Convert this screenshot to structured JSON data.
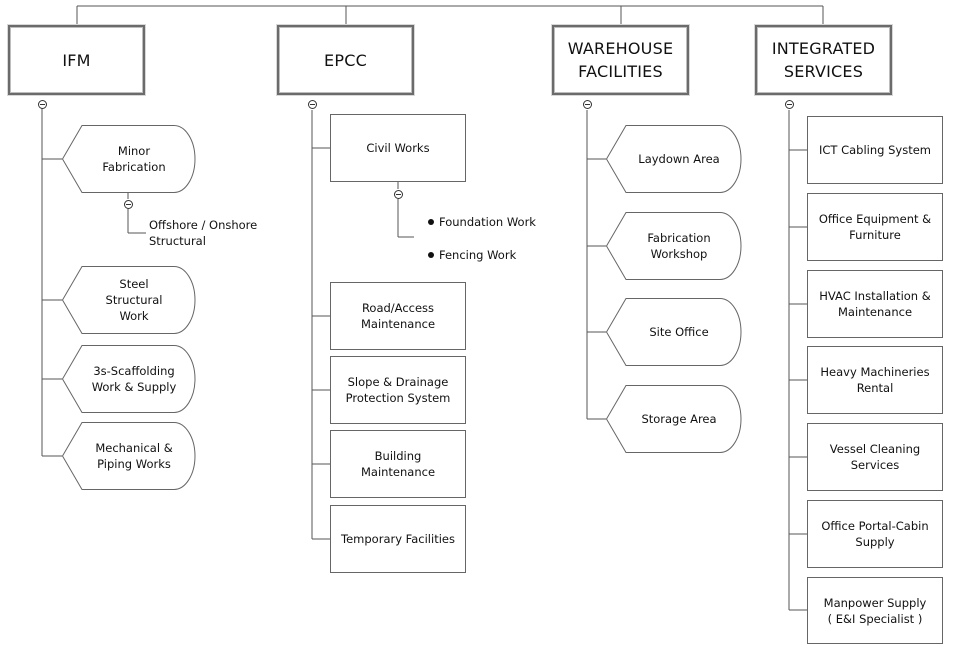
{
  "columns": [
    {
      "title_lines": [
        "IFM"
      ],
      "items": [
        {
          "lines": [
            "Minor",
            "Fabrication"
          ],
          "sub": [
            "Offshore / Onshore",
            "Structural"
          ]
        },
        {
          "lines": [
            "Steel",
            "Structural",
            "Work"
          ]
        },
        {
          "lines": [
            "3s-Scaffolding",
            "Work & Supply"
          ]
        },
        {
          "lines": [
            "Mechanical &",
            "Piping Works"
          ]
        }
      ]
    },
    {
      "title_lines": [
        "EPCC"
      ],
      "items": [
        {
          "lines": [
            "Civil Works"
          ],
          "sub": [
            "Foundation Work",
            "Fencing Work"
          ]
        },
        {
          "lines": [
            "Road/Access",
            "Maintenance"
          ]
        },
        {
          "lines": [
            "Slope & Drainage",
            "Protection System"
          ]
        },
        {
          "lines": [
            "Building",
            "Maintenance"
          ]
        },
        {
          "lines": [
            "Temporary Facilities"
          ]
        }
      ]
    },
    {
      "title_lines": [
        "WAREHOUSE",
        "FACILITIES"
      ],
      "items": [
        {
          "lines": [
            "Laydown Area"
          ]
        },
        {
          "lines": [
            "Fabrication",
            "Workshop"
          ]
        },
        {
          "lines": [
            "Site Office"
          ]
        },
        {
          "lines": [
            "Storage Area"
          ]
        }
      ]
    },
    {
      "title_lines": [
        "INTEGRATED",
        "SERVICES"
      ],
      "items": [
        {
          "lines": [
            "ICT Cabling System"
          ]
        },
        {
          "lines": [
            "Office Equipment &",
            "Furniture"
          ]
        },
        {
          "lines": [
            "HVAC Installation &",
            "Maintenance"
          ]
        },
        {
          "lines": [
            "Heavy Machineries",
            "Rental"
          ]
        },
        {
          "lines": [
            "Vessel Cleaning",
            "Services"
          ]
        },
        {
          "lines": [
            "Office Portal-Cabin",
            "Supply"
          ]
        },
        {
          "lines": [
            "Manpower Supply",
            "( E&I Specialist )"
          ]
        }
      ]
    }
  ]
}
